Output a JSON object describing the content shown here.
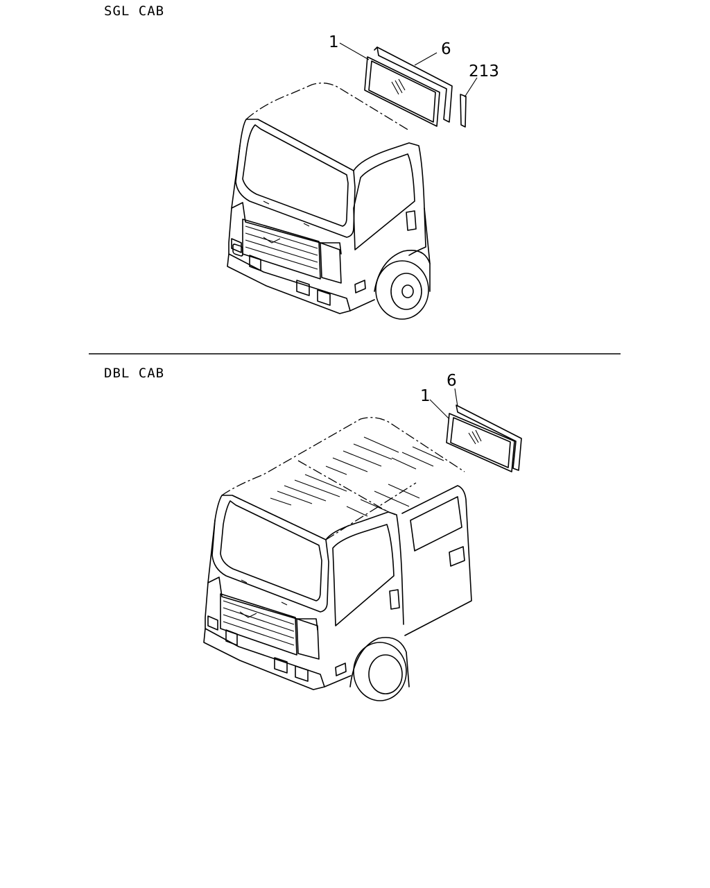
{
  "sections": [
    {
      "title": "SGL CAB",
      "callouts": [
        {
          "text": "1",
          "part": "window-glass"
        },
        {
          "text": "6",
          "part": "weatherstrip"
        },
        {
          "text": "213",
          "part": "molding-strip"
        }
      ]
    },
    {
      "title": "DBL CAB",
      "callouts": [
        {
          "text": "6",
          "part": "weatherstrip"
        },
        {
          "text": "1",
          "part": "window-glass"
        }
      ]
    }
  ]
}
